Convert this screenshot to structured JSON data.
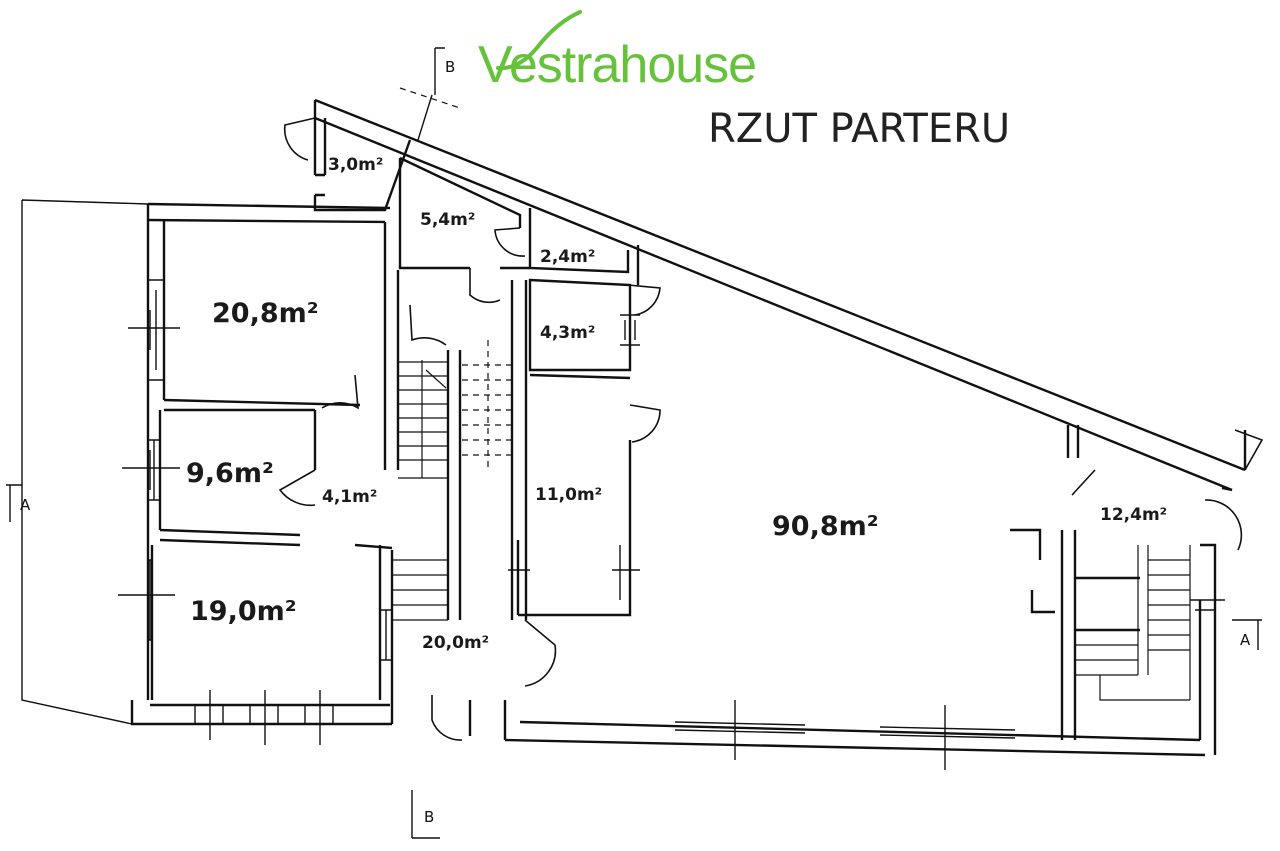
{
  "header": {
    "brand": "Vestrahouse",
    "title": "RZUT PARTERU",
    "brand_color": "#66c23a"
  },
  "rooms": {
    "r1": "3,0m²",
    "r2": "5,4m²",
    "r3": "2,4m²",
    "r4": "20,8m²",
    "r5": "4,3m²",
    "r6": "9,6m²",
    "r7": "4,1m²",
    "r8": "11,0m²",
    "r9": "90,8m²",
    "r10": "12,4m²",
    "r11": "19,0m²",
    "r12": "20,0m²"
  },
  "section_marks": {
    "b_top": "B",
    "b_bottom": "B",
    "a_left": "A",
    "a_right": "A"
  }
}
